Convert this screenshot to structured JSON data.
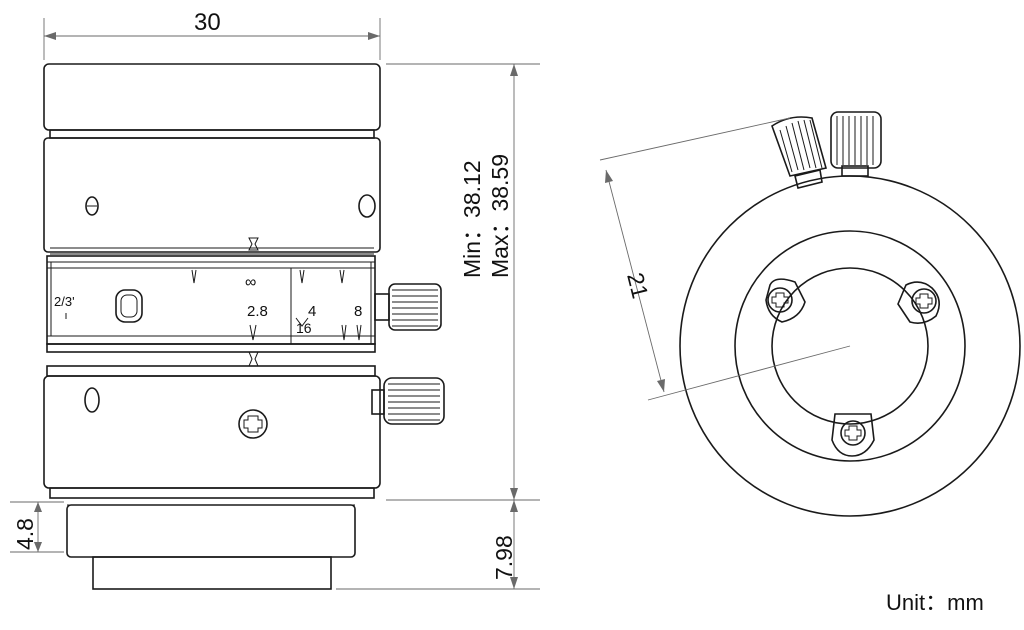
{
  "dimensions": {
    "width": "30",
    "length_min": "Min：38.12",
    "length_max": "Max：38.59",
    "mount_height": "4.8",
    "back_length": "7.98",
    "diameter": "21"
  },
  "markings": {
    "format": "2/3'",
    "infinity": "∞",
    "f_2_8": "2.8",
    "f_4": "4",
    "f_8": "8",
    "f_16": "16"
  },
  "unit_label": "Unit：mm"
}
